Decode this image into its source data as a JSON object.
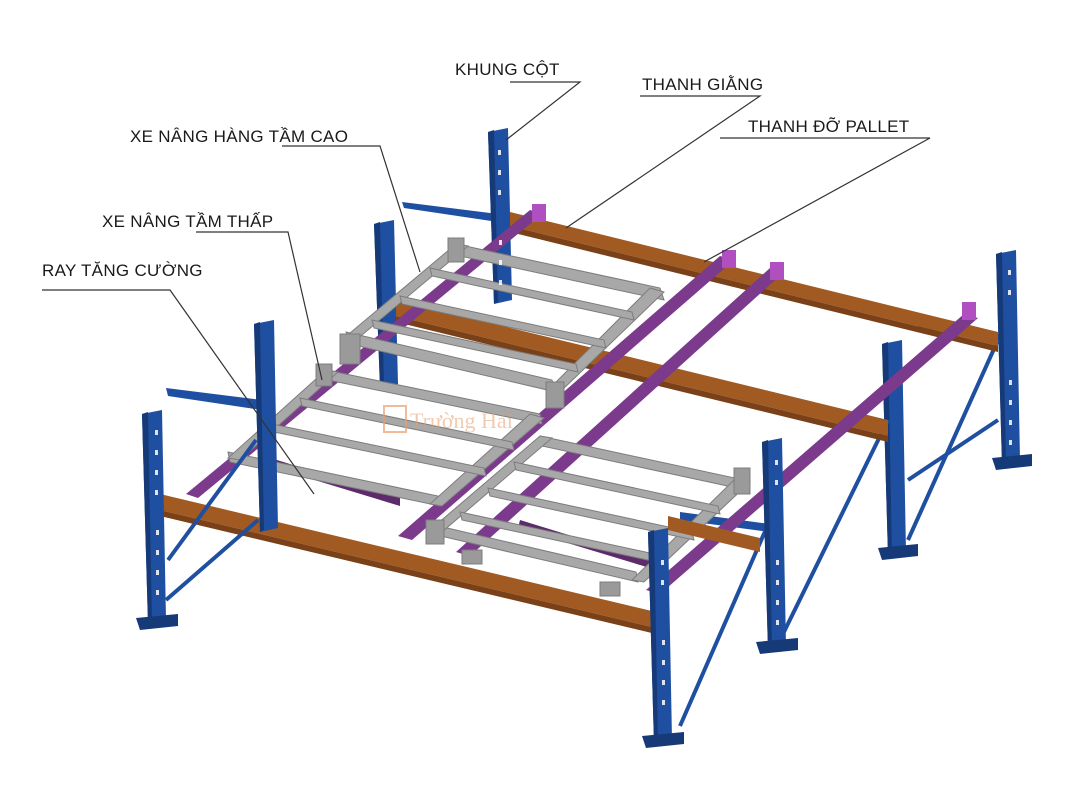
{
  "labels": {
    "khung_cot": "KHUNG CỘT",
    "thanh_giang": "THANH GIẰNG",
    "thanh_do_pallet": "THANH ĐỠ PALLET",
    "xe_nang_tam_cao": "XE NÂNG HÀNG TẦM CAO",
    "xe_nang_tam_thap": "XE NÂNG TẦM THẤP",
    "ray_tang_cuong": "RAY TĂNG CƯỜNG"
  },
  "watermark": {
    "text": "Trường Hải"
  },
  "colors": {
    "upright": "#1f4fa0",
    "upright_dark": "#163a78",
    "beam": "#a05a22",
    "beam_dark": "#7a4018",
    "rail": "#7b3a8c",
    "rail_dark": "#5d2a6b",
    "cart": "#a8a8a8",
    "cart_dark": "#7c7c7c",
    "leader": "#333333",
    "text": "#1a1a1a"
  }
}
